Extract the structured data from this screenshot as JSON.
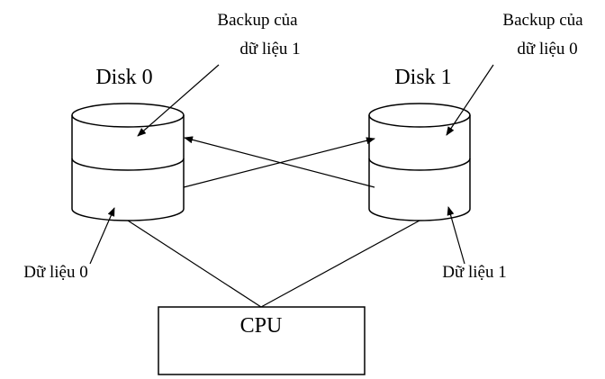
{
  "disks": [
    {
      "name": "Disk 0",
      "backup_line1": "Backup của",
      "backup_line2": "dữ liệu 1",
      "data_label": "Dữ liệu 0"
    },
    {
      "name": "Disk 1",
      "backup_line1": "Backup của",
      "backup_line2": "dữ liệu 0",
      "data_label": "Dữ liệu 1"
    }
  ],
  "cpu": {
    "label": "CPU"
  },
  "colors": {
    "stroke": "#000000",
    "background": "#ffffff"
  }
}
